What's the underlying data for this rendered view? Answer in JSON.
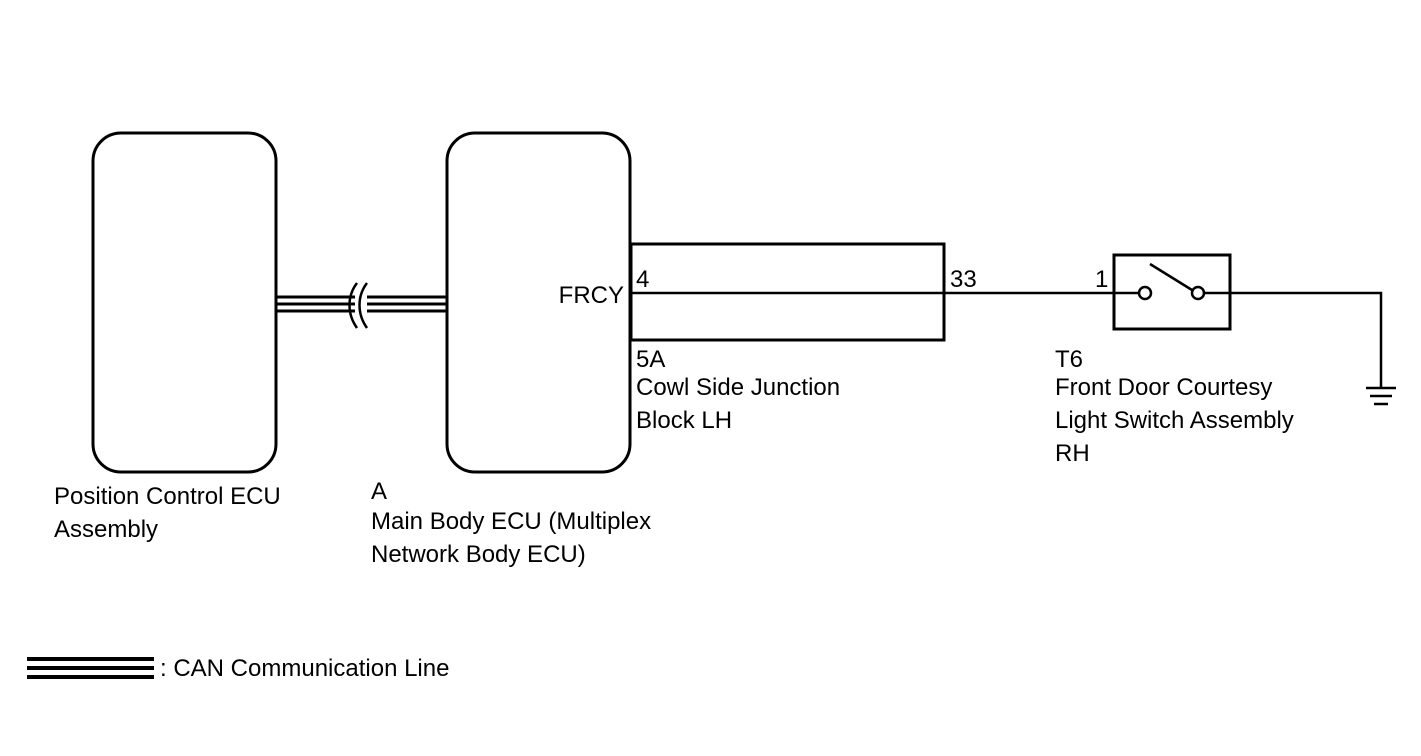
{
  "components": {
    "position_ecu": {
      "label_lines": [
        "Position Control ECU",
        "Assembly"
      ]
    },
    "main_body_ecu": {
      "connector": "A",
      "label_lines": [
        "Main Body ECU (Multiplex",
        "Network Body ECU)"
      ],
      "terminal_name": "FRCY"
    },
    "junction_block": {
      "connector": "5A",
      "label_lines": [
        "Cowl Side Junction",
        "Block LH"
      ],
      "pin_in": "4",
      "pin_out": "33"
    },
    "door_switch": {
      "connector": "T6",
      "label_lines": [
        "Front Door Courtesy",
        "Light Switch Assembly",
        "RH"
      ],
      "pin": "1"
    }
  },
  "legend": {
    "can_line_label": ": CAN Communication Line"
  },
  "colors": {
    "line": "#000000",
    "background": "#ffffff"
  }
}
